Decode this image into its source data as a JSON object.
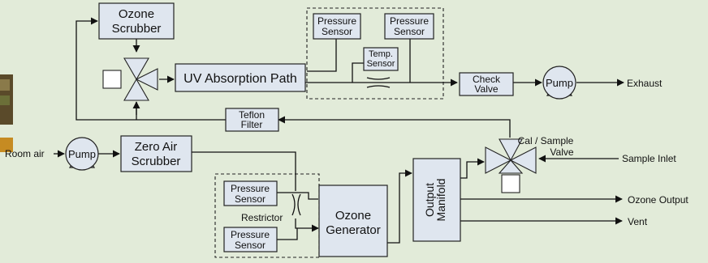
{
  "boxes": {
    "ozone_scrubber": [
      "Ozone",
      "Scrubber"
    ],
    "uv_path": "UV Absorption Path",
    "pressure_sensor_1": [
      "Pressure",
      "Sensor"
    ],
    "pressure_sensor_2": [
      "Pressure",
      "Sensor"
    ],
    "temp_sensor": [
      "Temp.",
      "Sensor"
    ],
    "check_valve": [
      "Check",
      "Valve"
    ],
    "teflon_filter": [
      "Teflon",
      "Filter"
    ],
    "zero_air_scrubber": [
      "Zero Air",
      "Scrubber"
    ],
    "pressure_sensor_3": [
      "Pressure",
      "Sensor"
    ],
    "pressure_sensor_4": [
      "Pressure",
      "Sensor"
    ],
    "ozone_generator": [
      "Ozone",
      "Generator"
    ],
    "output_manifold": [
      "Output",
      "Manifold"
    ]
  },
  "pumps": {
    "exhaust_pump": "Pump",
    "room_air_pump": "Pump"
  },
  "labels": {
    "exhaust": "Exhaust",
    "room_air": "Room air",
    "cal_sample_valve": [
      "Cal / Sample",
      "Valve"
    ],
    "sample_inlet": "Sample Inlet",
    "restrictor": "Restrictor",
    "ozone_output": "Ozone Output",
    "vent": "Vent"
  }
}
